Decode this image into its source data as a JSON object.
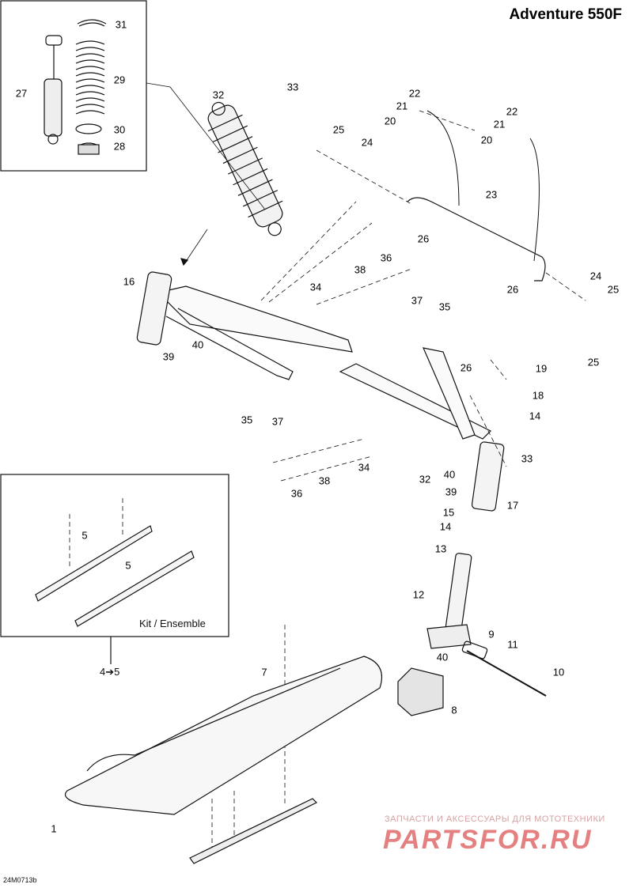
{
  "header": {
    "title": "Adventure 550F"
  },
  "callouts": [
    {
      "id": "c31",
      "text": "31"
    },
    {
      "id": "c29",
      "text": "29"
    },
    {
      "id": "c27",
      "text": "27"
    },
    {
      "id": "c30",
      "text": "30"
    },
    {
      "id": "c28",
      "text": "28"
    },
    {
      "id": "c32a",
      "text": "32"
    },
    {
      "id": "c33a",
      "text": "33"
    },
    {
      "id": "c22a",
      "text": "22"
    },
    {
      "id": "c21a",
      "text": "21"
    },
    {
      "id": "c20a",
      "text": "20"
    },
    {
      "id": "c22b",
      "text": "22"
    },
    {
      "id": "c21b",
      "text": "21"
    },
    {
      "id": "c20b",
      "text": "20"
    },
    {
      "id": "c25a",
      "text": "25"
    },
    {
      "id": "c24a",
      "text": "24"
    },
    {
      "id": "c23",
      "text": "23"
    },
    {
      "id": "c26a",
      "text": "26"
    },
    {
      "id": "c36a",
      "text": "36"
    },
    {
      "id": "c38a",
      "text": "38"
    },
    {
      "id": "c34a",
      "text": "34"
    },
    {
      "id": "c16",
      "text": "16"
    },
    {
      "id": "c37a",
      "text": "37"
    },
    {
      "id": "c35a",
      "text": "35"
    },
    {
      "id": "c24b",
      "text": "24"
    },
    {
      "id": "c25b",
      "text": "25"
    },
    {
      "id": "c26b",
      "text": "26"
    },
    {
      "id": "c25c",
      "text": "25"
    },
    {
      "id": "c39a",
      "text": "39"
    },
    {
      "id": "c40a",
      "text": "40"
    },
    {
      "id": "c26c",
      "text": "26"
    },
    {
      "id": "c19",
      "text": "19"
    },
    {
      "id": "c18",
      "text": "18"
    },
    {
      "id": "c14a",
      "text": "14"
    },
    {
      "id": "c35b",
      "text": "35"
    },
    {
      "id": "c37b",
      "text": "37"
    },
    {
      "id": "c33b",
      "text": "33"
    },
    {
      "id": "c34b",
      "text": "34"
    },
    {
      "id": "c32b",
      "text": "32"
    },
    {
      "id": "c40b",
      "text": "40"
    },
    {
      "id": "c39b",
      "text": "39"
    },
    {
      "id": "c38b",
      "text": "38"
    },
    {
      "id": "c36b",
      "text": "36"
    },
    {
      "id": "c17",
      "text": "17"
    },
    {
      "id": "c15",
      "text": "15"
    },
    {
      "id": "c14b",
      "text": "14"
    },
    {
      "id": "c13",
      "text": "13"
    },
    {
      "id": "c5a",
      "text": "5"
    },
    {
      "id": "c5b",
      "text": "5"
    },
    {
      "id": "c12",
      "text": "12"
    },
    {
      "id": "c9",
      "text": "9"
    },
    {
      "id": "c11",
      "text": "11"
    },
    {
      "id": "c40c",
      "text": "40"
    },
    {
      "id": "c10",
      "text": "10"
    },
    {
      "id": "c7",
      "text": "7"
    },
    {
      "id": "c8",
      "text": "8"
    },
    {
      "id": "c1",
      "text": "1"
    }
  ],
  "kit_box": {
    "label": "Kit / Ensemble",
    "ref": "4➔5"
  },
  "footer": {
    "code": "24M0713b"
  },
  "watermark": {
    "line1": "ЗАПЧАСТИ И АКСЕССУАРЫ ДЛЯ МОТОТЕХНИКИ",
    "line2": "PARTSFOR.RU"
  },
  "colors": {
    "ink": "#000000",
    "watermark": "#e06a6a",
    "paper": "#ffffff"
  }
}
